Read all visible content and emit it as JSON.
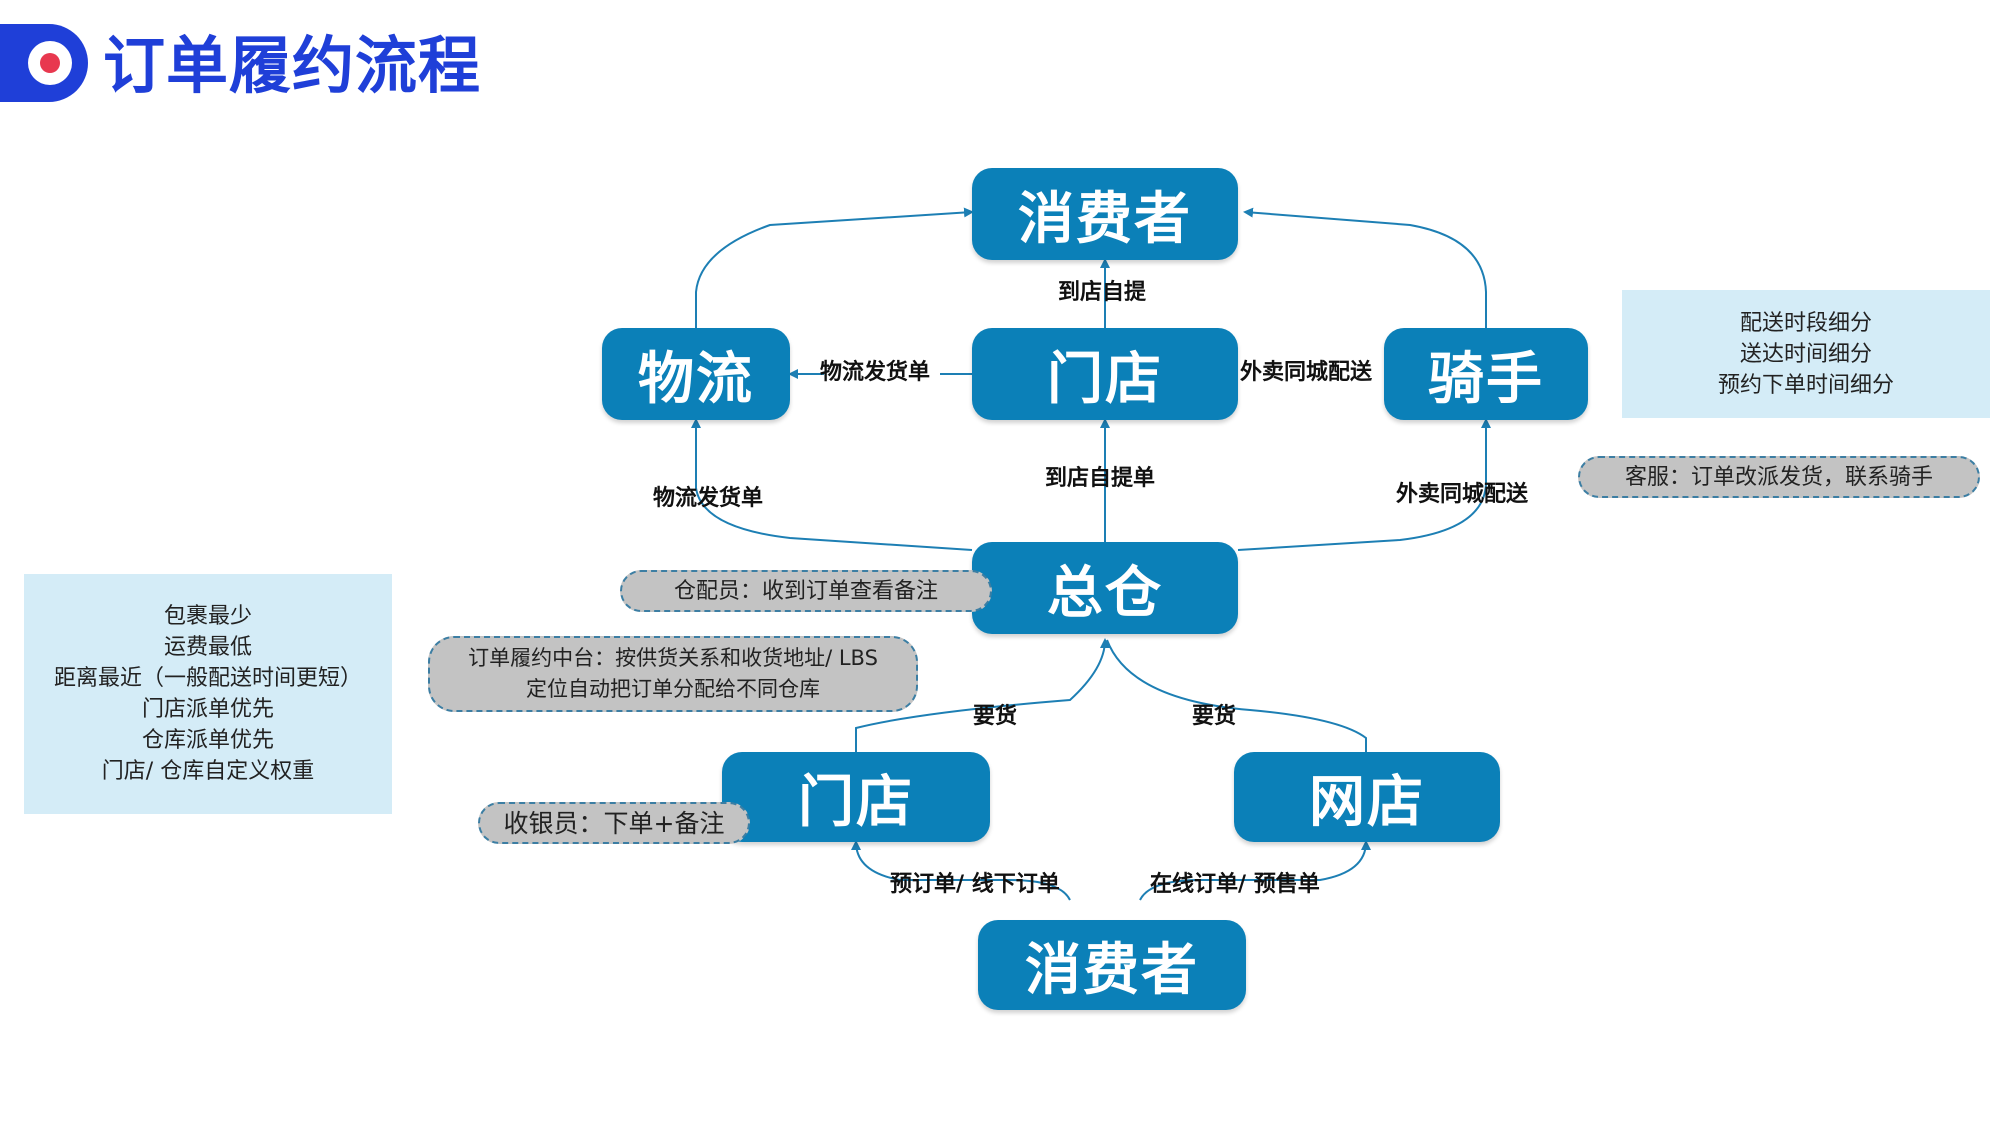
{
  "header": {
    "title": "订单履约流程",
    "logo_icon": "thumbs-up-icon",
    "brand_color": "#1f3fd8"
  },
  "nodes": {
    "consumer_top": "消费者",
    "logistics": "物流",
    "store_top": "门店",
    "rider": "骑手",
    "warehouse": "总仓",
    "store_bottom": "门店",
    "online_store": "网店",
    "consumer_bottom": "消费者"
  },
  "edge_labels": {
    "store_to_consumer": "到店自提",
    "store_to_logistics": "物流发货单",
    "store_to_rider": "外卖同城配送",
    "warehouse_to_logistics": "物流发货单",
    "warehouse_to_store": "到店自提单",
    "warehouse_to_rider": "外卖同城配送",
    "store_to_warehouse": "要货",
    "online_to_warehouse": "要货",
    "consumer_to_store": "预订单/ 线下订单",
    "consumer_to_online": "在线订单/ 预售单"
  },
  "notes": {
    "delivery_detail": [
      "配送时段细分",
      "送达时间细分",
      "预约下单时间细分"
    ],
    "strategy": [
      "包裹最少",
      "运费最低",
      "距离最近（一般配送时间更短）",
      "门店派单优先",
      "仓库派单优先",
      "门店/ 仓库自定义权重"
    ]
  },
  "callouts": {
    "customer_service": "客服：订单改派发货，联系骑手",
    "warehouse_staff": "仓配员：收到订单查看备注",
    "fulfillment_platform": [
      "订单履约中台：按供货关系和收货地址/ LBS",
      "定位自动把订单分配给不同仓库"
    ],
    "cashier": "收银员：下单+备注"
  },
  "colors": {
    "node_fill": "#0b80b8",
    "edge": "#1d7fb4",
    "note_fill": "#d4ecf7",
    "callout_fill": "#c3c3c3"
  }
}
